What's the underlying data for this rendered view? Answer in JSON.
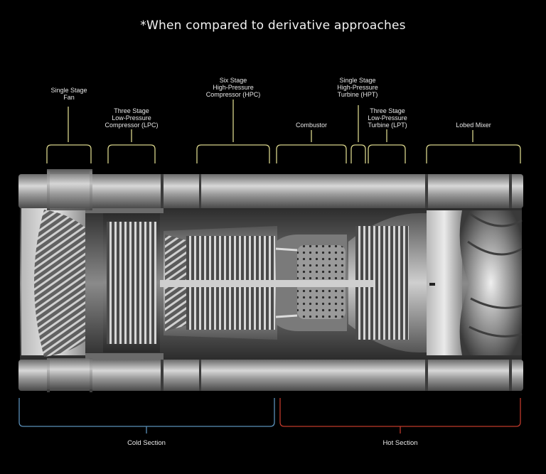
{
  "headline": "*When compared to derivative approaches",
  "components": [
    {
      "id": "fan",
      "lines": [
        "Single Stage",
        "Fan"
      ]
    },
    {
      "id": "lpc",
      "lines": [
        "Three Stage",
        "Low-Pressure",
        "Compressor (LPC)"
      ]
    },
    {
      "id": "hpc",
      "lines": [
        "Six Stage",
        "High-Pressure",
        "Compressor (HPC)"
      ]
    },
    {
      "id": "combustor",
      "lines": [
        "Combustor"
      ]
    },
    {
      "id": "hpt",
      "lines": [
        "Single Stage",
        "High-Pressure",
        "Turbine (HPT)"
      ]
    },
    {
      "id": "lpt",
      "lines": [
        "Three Stage",
        "Low-Pressure",
        "Turbine (LPT)"
      ]
    },
    {
      "id": "mixer",
      "lines": [
        "Lobed Mixer"
      ]
    }
  ],
  "sections": {
    "cold": {
      "label": "Cold Section",
      "color": "#5a8fb8"
    },
    "hot": {
      "label": "Hot Section",
      "color": "#c0392b"
    }
  },
  "colors": {
    "bracket": "#d8d48a",
    "background": "#000000"
  }
}
